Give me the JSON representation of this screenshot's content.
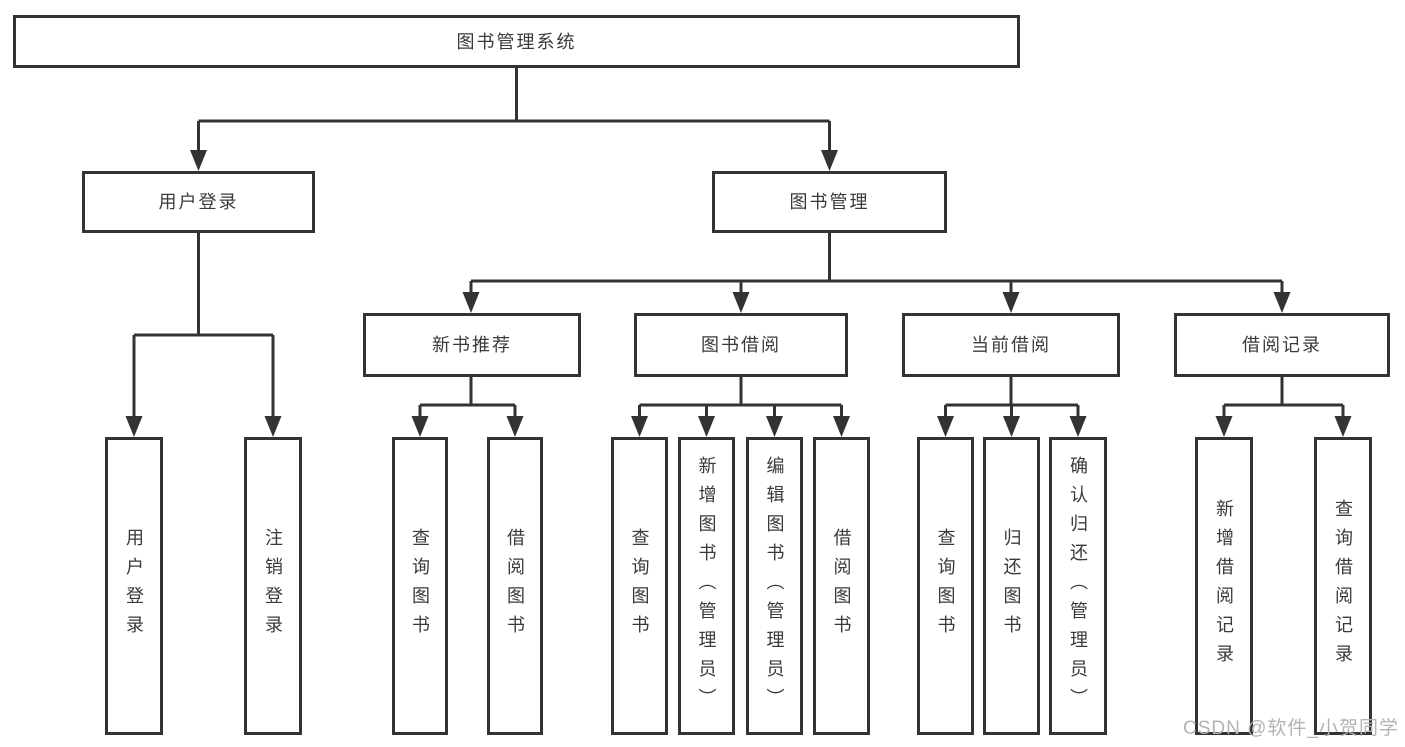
{
  "diagram": {
    "background": "#ffffff",
    "line_color": "#333333",
    "box_border_color": "#333333",
    "text_color": "#3a3a3a",
    "watermark": {
      "text": "CSDN @软件_小贺同学",
      "color": "#b3b3b3"
    },
    "tree": {
      "label": "图书管理系统",
      "children": [
        {
          "label": "用户登录",
          "children": [
            {
              "label": "用户登录"
            },
            {
              "label": "注销登录"
            }
          ]
        },
        {
          "label": "图书管理",
          "children": [
            {
              "label": "新书推荐",
              "children": [
                {
                  "label": "查询图书"
                },
                {
                  "label": "借阅图书"
                }
              ]
            },
            {
              "label": "图书借阅",
              "children": [
                {
                  "label": "查询图书"
                },
                {
                  "label": "新增图书（管理员）"
                },
                {
                  "label": "编辑图书（管理员）"
                },
                {
                  "label": "借阅图书"
                }
              ]
            },
            {
              "label": "当前借阅",
              "children": [
                {
                  "label": "查询图书"
                },
                {
                  "label": "归还图书"
                },
                {
                  "label": "确认归还（管理员）"
                }
              ]
            },
            {
              "label": "借阅记录",
              "children": [
                {
                  "label": "新增借阅记录"
                },
                {
                  "label": "查询借阅记录"
                }
              ]
            }
          ]
        }
      ]
    }
  }
}
